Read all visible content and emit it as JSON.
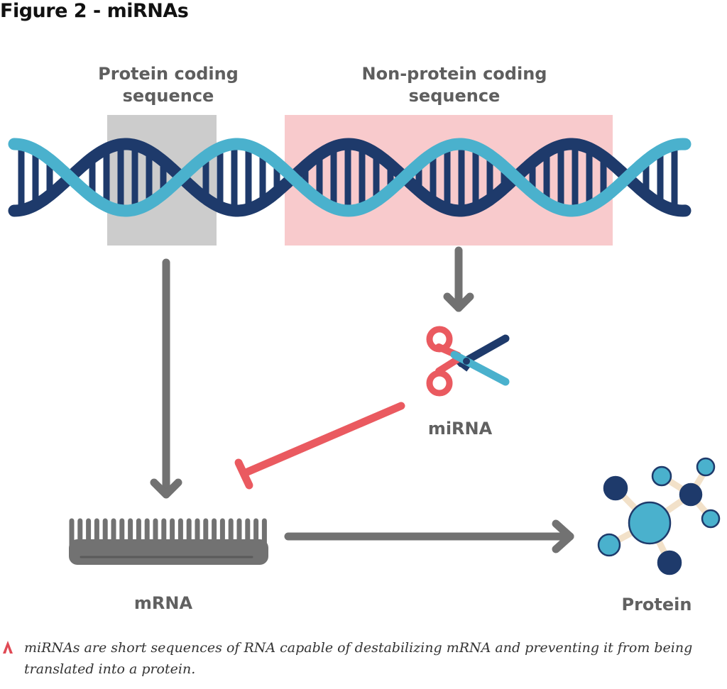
{
  "figure": {
    "title": "Figure 2 - miRNAs",
    "caption": "miRNAs are short sequences of RNA capable of destabilizing mRNA and preventing it from being translated into a protein."
  },
  "regions": {
    "protein_coding": {
      "label_line1": "Protein coding",
      "label_line2": "sequence",
      "highlight_color": "#cccccc"
    },
    "non_protein_coding": {
      "label_line1": "Non-protein coding",
      "label_line2": "sequence",
      "highlight_color": "#f8cacc"
    }
  },
  "nodes": {
    "mirna": {
      "label": "miRNA",
      "icon": "scissors-icon"
    },
    "mrna": {
      "label": "mRNA",
      "icon": "mrna-comb-icon"
    },
    "protein": {
      "label": "Protein",
      "icon": "molecule-icon"
    }
  },
  "edges": [
    {
      "from": "protein_coding",
      "to": "mrna",
      "type": "arrow"
    },
    {
      "from": "non_protein_coding",
      "to": "mirna",
      "type": "arrow"
    },
    {
      "from": "mirna",
      "to": "mrna",
      "type": "inhibition"
    },
    {
      "from": "mrna",
      "to": "protein",
      "type": "arrow"
    }
  ],
  "colors": {
    "dna_dark": "#1e3a6b",
    "dna_light": "#4ab1cd",
    "arrow_gray": "#727272",
    "inhibit_red": "#ea5a60",
    "caption_marker": "#e04a55",
    "text_gray": "#5e5e5e"
  }
}
